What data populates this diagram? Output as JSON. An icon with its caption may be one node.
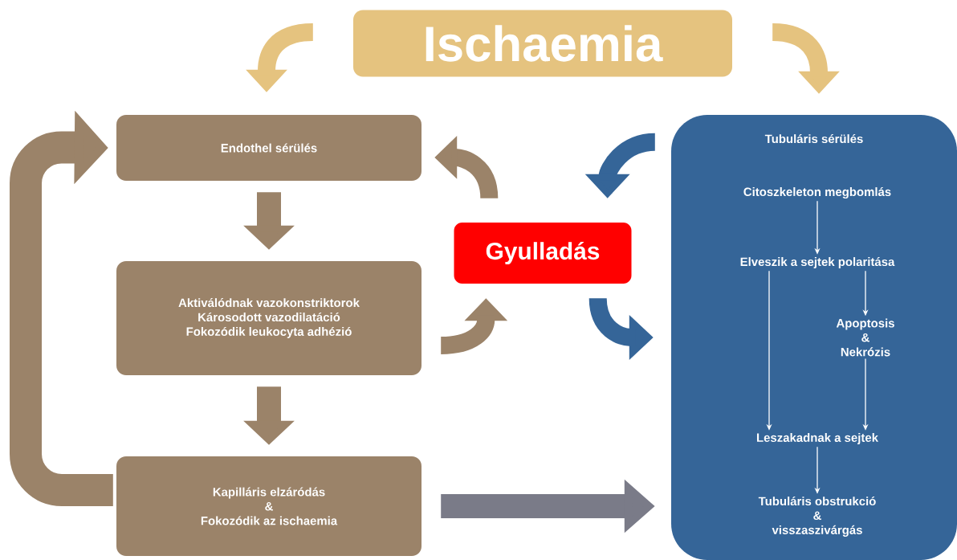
{
  "diagram": {
    "nodes": [
      {
        "text": [
          "Ischaemia"
        ]
      },
      {
        "text": [
          "Endothel sérülés"
        ]
      },
      {
        "text": [
          "Aktiválódnak vazokonstriktorok",
          "Károsodott vazodilatáció",
          "Fokozódik leukocyta adhézió"
        ]
      },
      {
        "text": [
          "Kapilláris elzáródás",
          "&",
          "Fokozódik az ischaemia"
        ]
      },
      {
        "text": [
          "Gyulladás"
        ]
      },
      {
        "text": [
          "Tubuláris sérülés"
        ]
      },
      {
        "text": [
          "Citoszkeleton megbomlás"
        ],
        "in": 5
      },
      {
        "text": [
          "Elveszik a sejtek polaritása"
        ],
        "in": 5
      },
      {
        "text": [
          "Apoptosis",
          "&",
          "Nekrózis"
        ],
        "in": 5
      },
      {
        "text": [
          "Leszakadnak a sejtek"
        ],
        "in": 5
      },
      {
        "text": [
          "Tubuláris obstrukció",
          "&",
          "visszaszivárgás"
        ],
        "in": 5
      }
    ],
    "edges": [
      {
        "from": 0,
        "to": 1,
        "arrow": "to",
        "color": "#e5c37f"
      },
      {
        "from": 0,
        "to": 5,
        "arrow": "to",
        "color": "#e5c37f"
      },
      {
        "from": 1,
        "to": 2,
        "arrow": "to",
        "color": "#9b8369"
      },
      {
        "from": 2,
        "to": 3,
        "arrow": "to",
        "color": "#9b8369"
      },
      {
        "from": 3,
        "to": 1,
        "arrow": "to",
        "style": "thick",
        "color": "#9b8369"
      },
      {
        "from": 4,
        "to": 1,
        "arrow": "to",
        "color": "#9b8369"
      },
      {
        "from": 2,
        "to": 4,
        "arrow": "to",
        "color": "#9b8369"
      },
      {
        "from": 5,
        "to": 4,
        "arrow": "to",
        "color": "#356598"
      },
      {
        "from": 4,
        "to": 5,
        "arrow": "to",
        "color": "#356598"
      },
      {
        "from": 3,
        "to": 5,
        "arrow": "to",
        "color": "#7a7b88"
      },
      {
        "from": 6,
        "to": 7,
        "arrow": "to",
        "color": "#ffffff"
      },
      {
        "from": 7,
        "to": 8,
        "arrow": "to",
        "color": "#ffffff"
      },
      {
        "from": 7,
        "to": 9,
        "arrow": "to",
        "color": "#ffffff"
      },
      {
        "from": 8,
        "to": 9,
        "arrow": "to",
        "color": "#ffffff"
      },
      {
        "from": 9,
        "to": 10,
        "arrow": "to",
        "color": "#ffffff"
      }
    ]
  }
}
